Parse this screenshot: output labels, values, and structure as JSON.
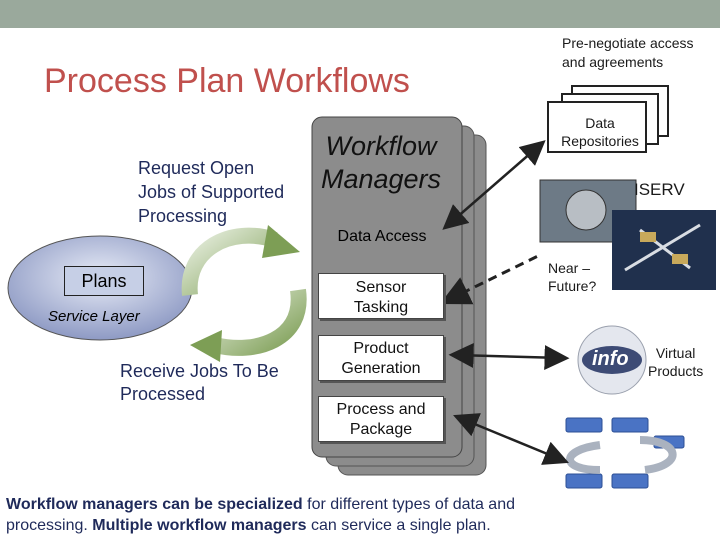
{
  "header": {
    "title": "Process Plan Workflows"
  },
  "left": {
    "request_line1": "Request Open",
    "request_line2": "Jobs of Supported",
    "request_line3": "Processing",
    "plans_label": "Plans",
    "service_layer": "Service Layer",
    "receive_line1": "Receive Jobs To Be",
    "receive_line2": "Processed"
  },
  "manager": {
    "title_line1": "Workflow",
    "title_line2": "Managers",
    "data_access": "Data Access",
    "sensor_tasking_line1": "Sensor",
    "sensor_tasking_line2": "Tasking",
    "product_generation_line1": "Product",
    "product_generation_line2": "Generation",
    "process_package_line1": "Process and",
    "process_package_line2": "Package"
  },
  "right": {
    "pre_negotiate_line1": "Pre-negotiate access",
    "pre_negotiate_line2": "and agreements",
    "repositories_line1": "Data",
    "repositories_line2": "Repositories",
    "iserv": "ISERV",
    "near_future_line1": "Near –",
    "near_future_line2": "Future?",
    "virtual_line1": "Virtual",
    "virtual_line2": "Products",
    "info_text": "info"
  },
  "footer": {
    "part1_bold": "Workflow managers can be specialized",
    "part2": " for different types of data and",
    "part3": "processing.  ",
    "part4_bold": "Multiple workflow managers",
    "part5": " can service a single plan."
  },
  "colors": {
    "title": "#c0504d",
    "text_blue": "#1f2a5a",
    "card_gray": "#8c8c8c",
    "topbar": "#9aa99c",
    "cycle_green": "#6f8f46",
    "plans_ellipse": "#9aa6cf"
  }
}
